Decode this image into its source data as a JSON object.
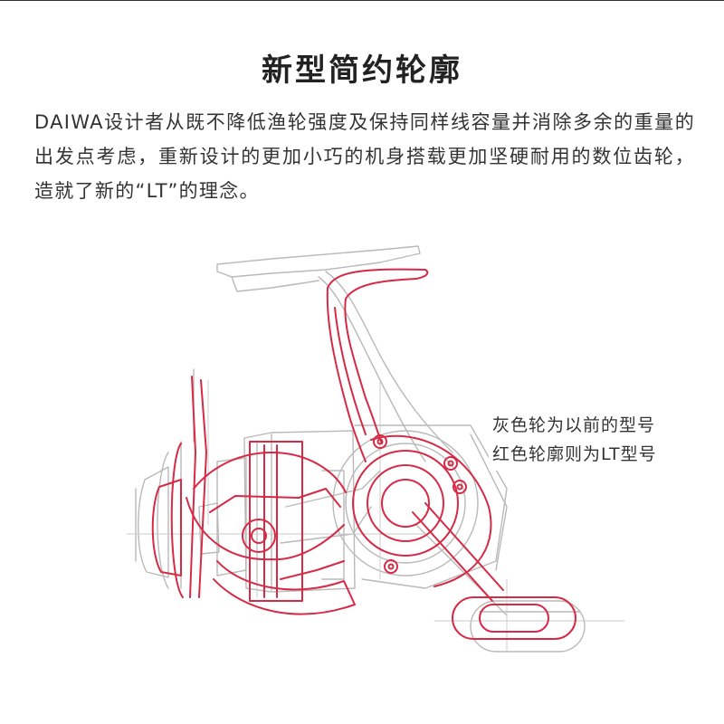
{
  "header": {
    "title": "新型简约轮廓"
  },
  "description": {
    "text": "DAIWA设计者从既不降低渔轮强度及保持同样线容量并消除多余的重量的出发点考虑，重新设计的更加小巧的机身搭载更加坚硬耐用的数位齿轮，造就了新的“LT”的理念。"
  },
  "legend": {
    "gray_label": "灰色轮为以前的型号",
    "red_label": "红色轮廓则为LT型号"
  },
  "colors": {
    "old_model_lines": "#b9b9b9",
    "lt_model_lines": "#d62a45",
    "text": "#333333"
  },
  "figure": {
    "icon": "fishing-reel-outline-comparison"
  }
}
